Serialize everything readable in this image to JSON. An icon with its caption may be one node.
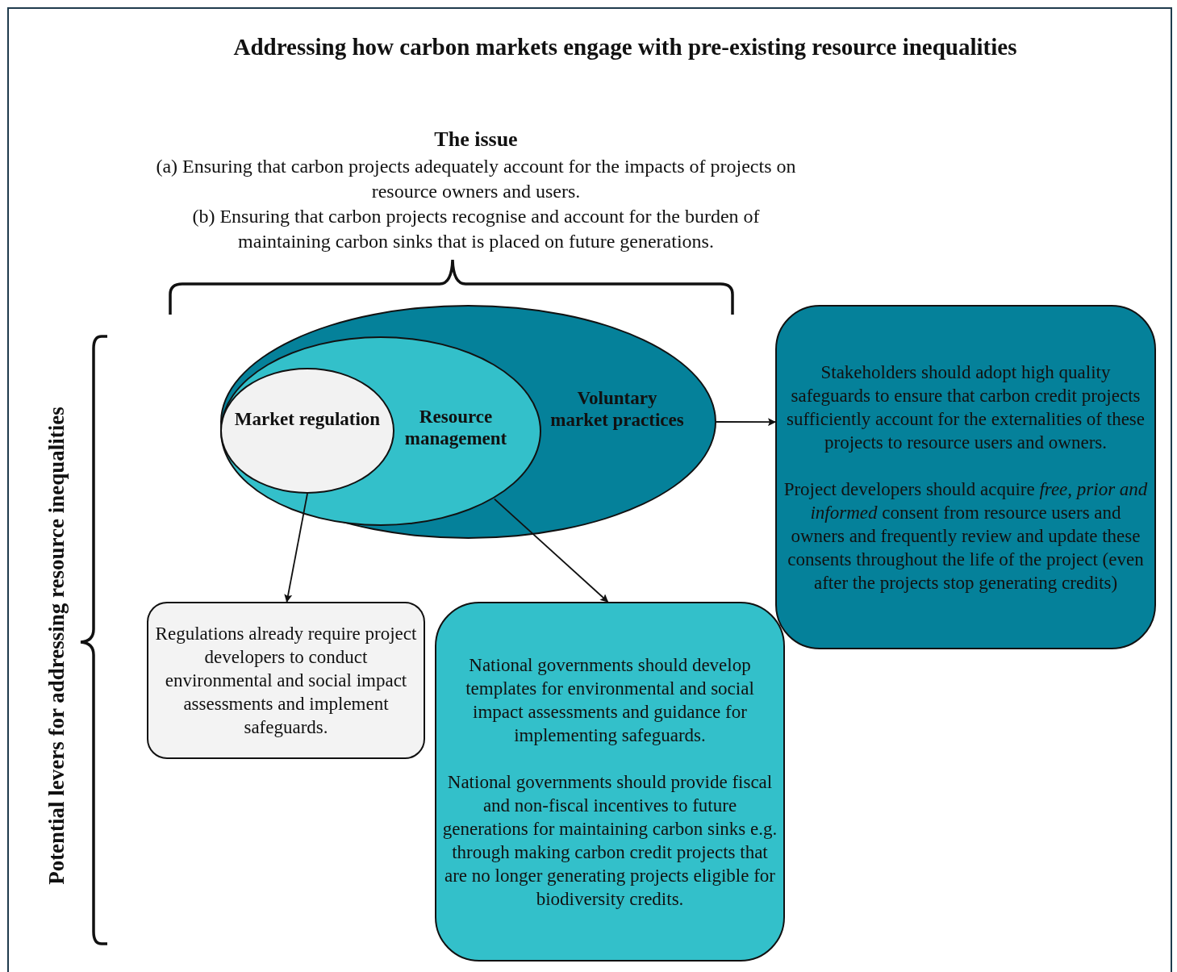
{
  "diagram": {
    "title": "Addressing how carbon markets engage with pre-existing resource inequalities",
    "nodes": [
      {
        "text": [
          "Voluntary market practices"
        ]
      },
      {
        "text": [
          "Resource management"
        ],
        "in": 0
      },
      {
        "text": [
          "Market regulation"
        ],
        "in": 1
      },
      {
        "text": [
          "Regulations already require project developers to conduct environmental and social impact assessments and implement safeguards."
        ]
      },
      {
        "text": [
          "National governments should develop templates for environmental and social impact assessments and guidance for implementing safeguards.",
          "National governments should provide fiscal and non-fiscal incentives to future generations for maintaining carbon sinks e.g. through making carbon credit projects that are no longer generating projects eligible for biodiversity credits."
        ]
      },
      {
        "text": [
          "Stakeholders should adopt high quality safeguards to ensure that carbon credit projects sufficiently account for the externalities of these projects to resource users and owners.",
          "Project developers should acquire *free, prior and informed* consent from resource users and owners and frequently review and update these consents throughout the life of the project (even after the projects stop generating credits)"
        ]
      }
    ],
    "edges": [
      {
        "from": 2,
        "to": 3,
        "arrow": "to"
      },
      {
        "from": 1,
        "to": 4,
        "arrow": "to"
      },
      {
        "from": 0,
        "to": 5,
        "arrow": "to"
      }
    ],
    "labels": [
      "The issue",
      "(a) Ensuring that carbon projects adequately account for the impacts of projects on resource owners and users.",
      "(b) Ensuring that carbon projects recognise and account for the burden of maintaining carbon sinks that is placed on future generations.",
      "Potential levers for addressing resource inequalities"
    ]
  }
}
